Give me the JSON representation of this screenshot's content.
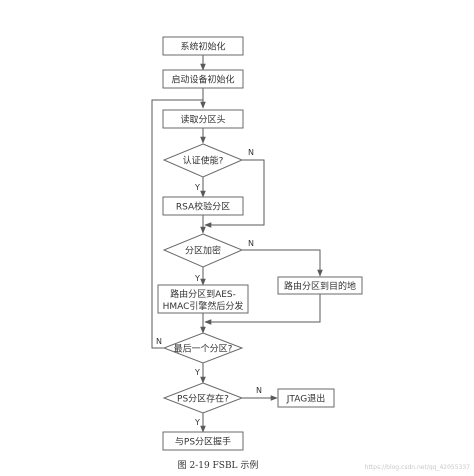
{
  "nodes": {
    "system_init": "系统初始化",
    "boot_device_init": "启动设备初始化",
    "read_partition_header": "读取分区头",
    "auth_enabled": "认证使能?",
    "rsa_verify": "RSA校验分区",
    "partition_encrypted": "分区加密",
    "route_aes_line1": "路由分区到AES-",
    "route_aes_line2": "HMAC引擎然后分发",
    "route_destination": "路由分区到目的地",
    "last_partition": "最后一个分区?",
    "ps_partition_exists": "PS分区存在?",
    "jtag_exit": "JTAG退出",
    "ps_handshake": "与PS分区握手"
  },
  "edge_labels": {
    "yes": "Y",
    "no": "N"
  },
  "caption": "图 2-19   FSBL 示例",
  "watermark": "https://blog.csdn.net/qq_42055337"
}
